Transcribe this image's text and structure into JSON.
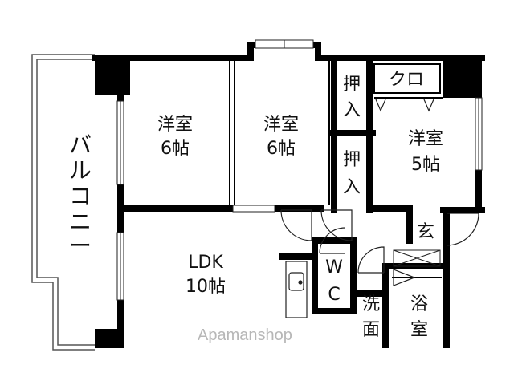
{
  "rooms": {
    "balcony": "バルコニー",
    "western1": {
      "name": "洋室",
      "size": "6帖"
    },
    "western2": {
      "name": "洋室",
      "size": "6帖"
    },
    "closet1": "押入",
    "closet2": "押入",
    "clo": "クロ",
    "western3": {
      "name": "洋室",
      "size": "5帖"
    },
    "ldk": {
      "name": "LDK",
      "size": "10帖"
    },
    "wc": {
      "top": "W",
      "bottom": "C"
    },
    "entrance": "玄",
    "washroom": {
      "top": "洗",
      "bottom": "面"
    },
    "bath": {
      "top": "浴",
      "bottom": "室"
    }
  },
  "watermark": "Apamanshop"
}
